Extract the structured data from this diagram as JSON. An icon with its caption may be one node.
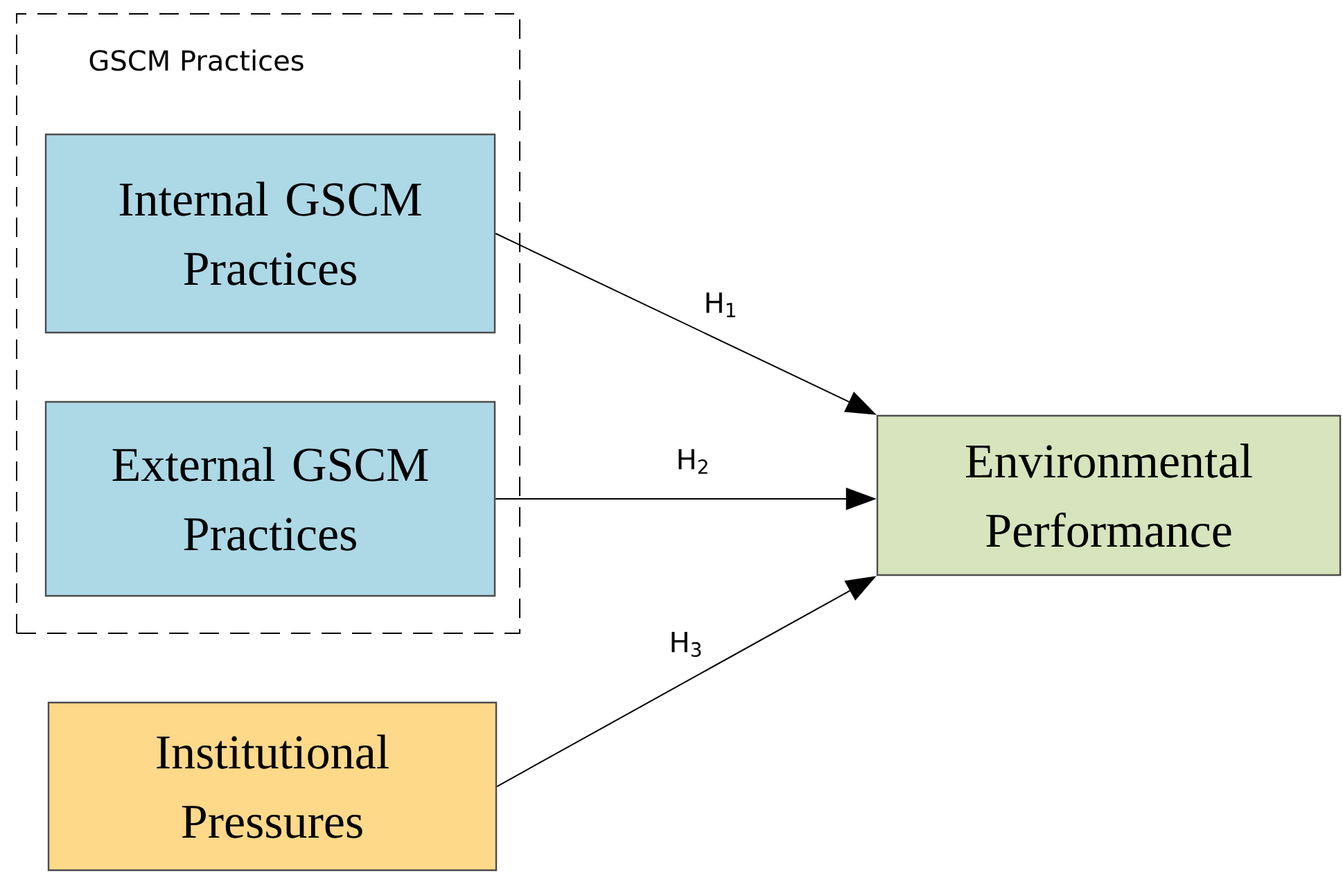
{
  "diagram": {
    "nodes": [
      {
        "text": [
          "GSCM Practices"
        ]
      },
      {
        "text": [
          "Internal GSCM Practices"
        ],
        "in": 0
      },
      {
        "text": [
          "External GSCM Practices"
        ],
        "in": 0
      },
      {
        "text": [
          "Institutional Pressures"
        ]
      },
      {
        "text": [
          "Environmental Performance"
        ]
      }
    ],
    "edges": [
      {
        "from": 1,
        "to": 4,
        "arrow": "to",
        "label": "H$_{1}$"
      },
      {
        "from": 2,
        "to": 4,
        "arrow": "to",
        "label": "H$_{2}$"
      },
      {
        "from": 3,
        "to": 4,
        "arrow": "to",
        "label": "H$_{3}$"
      }
    ]
  }
}
